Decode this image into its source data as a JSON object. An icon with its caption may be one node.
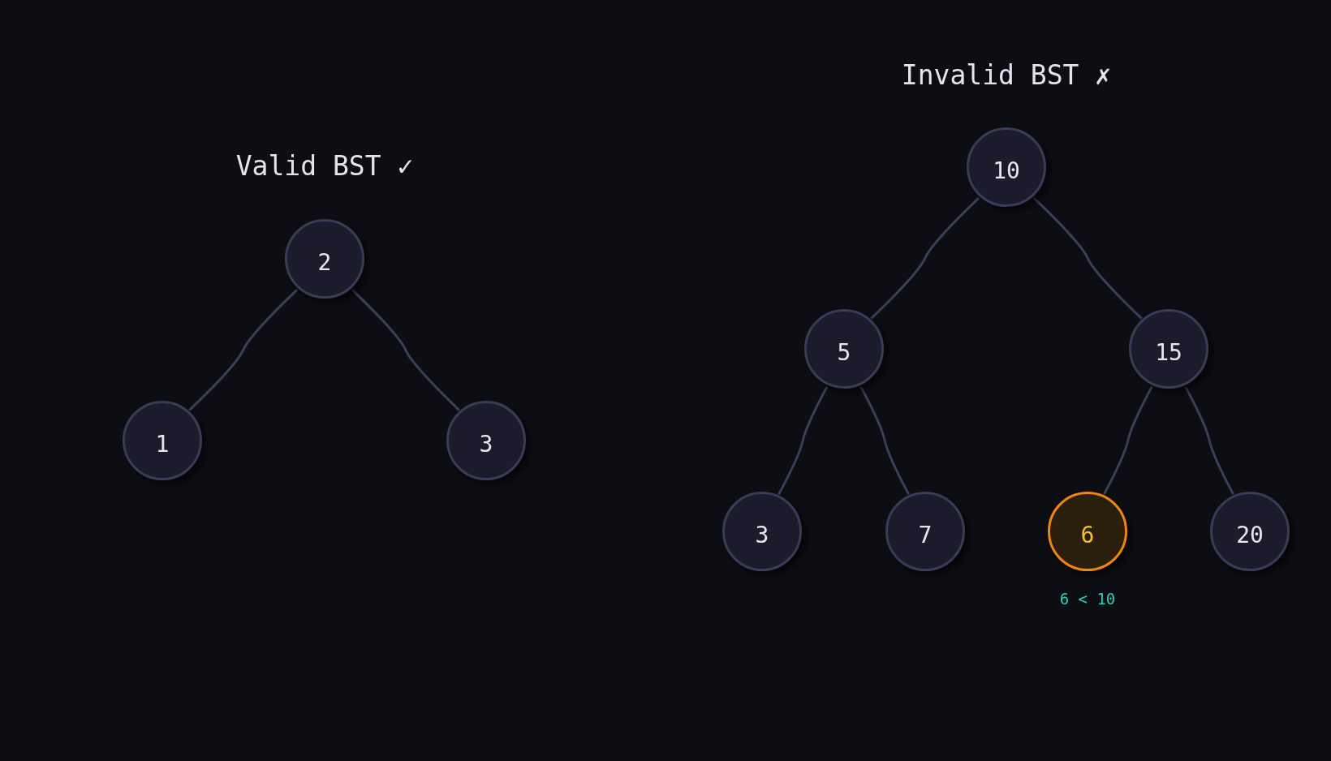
{
  "diagram": {
    "nodes": [
      {
        "text": [
          "2"
        ]
      },
      {
        "text": [
          "1"
        ]
      },
      {
        "text": [
          "3"
        ]
      },
      {
        "text": [
          "10"
        ]
      },
      {
        "text": [
          "5"
        ]
      },
      {
        "text": [
          "15"
        ]
      },
      {
        "text": [
          "3"
        ]
      },
      {
        "text": [
          "7"
        ]
      },
      {
        "text": [
          "6"
        ],
        "beside": [
          "6 < 10"
        ]
      },
      {
        "text": [
          "20"
        ]
      }
    ],
    "edges": [
      {
        "from": 0,
        "to": 1,
        "arrow": "none"
      },
      {
        "from": 0,
        "to": 2,
        "arrow": "none"
      },
      {
        "from": 3,
        "to": 4,
        "arrow": "none"
      },
      {
        "from": 3,
        "to": 5,
        "arrow": "none"
      },
      {
        "from": 4,
        "to": 6,
        "arrow": "none"
      },
      {
        "from": 4,
        "to": 7,
        "arrow": "none"
      },
      {
        "from": 5,
        "to": 8,
        "arrow": "none"
      },
      {
        "from": 5,
        "to": 9,
        "arrow": "none"
      }
    ],
    "labels": [
      "Valid BST ✓",
      "Invalid BST ✗"
    ]
  }
}
